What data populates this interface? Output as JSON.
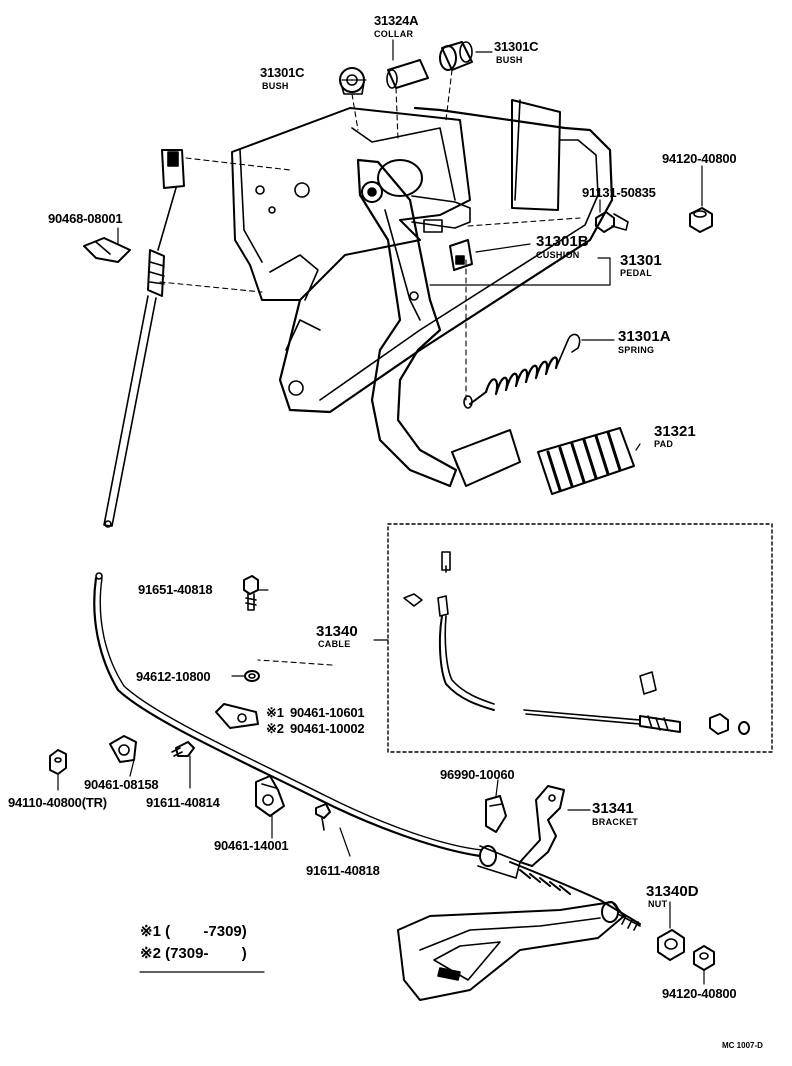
{
  "labels": {
    "p31324A": "31324A",
    "collar": "COLLAR",
    "p31301C_l": "31301C",
    "bush_l": "BUSH",
    "p31301C_r": "31301C",
    "bush_r": "BUSH",
    "p94120_top": "94120-40800",
    "p90468": "90468-08001",
    "p91131": "91131-50835",
    "p31301B": "31301B",
    "cushion": "CUSHION",
    "p31301": "31301",
    "pedal": "PEDAL",
    "p31301A": "31301A",
    "spring": "SPRING",
    "p31321": "31321",
    "pad": "PAD",
    "p91651": "91651-40818",
    "p31340": "31340",
    "cable": "CABLE",
    "p94612": "94612-10800",
    "m1": "※1",
    "p90461_10601": "90461-10601",
    "m2": "※2",
    "p90461_10002": "90461-10002",
    "p90461_08158": "90461-08158",
    "p91611_40814": "91611-40814",
    "p94110": "94110-40800(TR)",
    "p96990": "96990-10060",
    "p31341": "31341",
    "bracket": "BRACKET",
    "p90461_14001": "90461-14001",
    "p91611_40818": "91611-40818",
    "p31340D": "31340D",
    "nut": "NUT",
    "p94120_bot": "94120-40800",
    "note1": "※1 (        -7309)",
    "note2": "※2 (7309-        )",
    "ref": "MC 1007-D"
  }
}
